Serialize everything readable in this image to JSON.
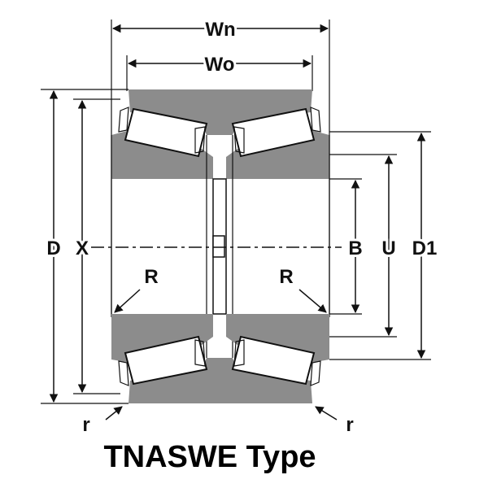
{
  "diagram": {
    "title": "TNASWE Type",
    "labels": {
      "wn": "Wn",
      "wo": "Wo",
      "d": "D",
      "x": "X",
      "b": "B",
      "u": "U",
      "d1": "D1",
      "r_upper_left": "R",
      "r_upper_right": "R",
      "r_lower_left": "r",
      "r_lower_right": "r"
    }
  }
}
